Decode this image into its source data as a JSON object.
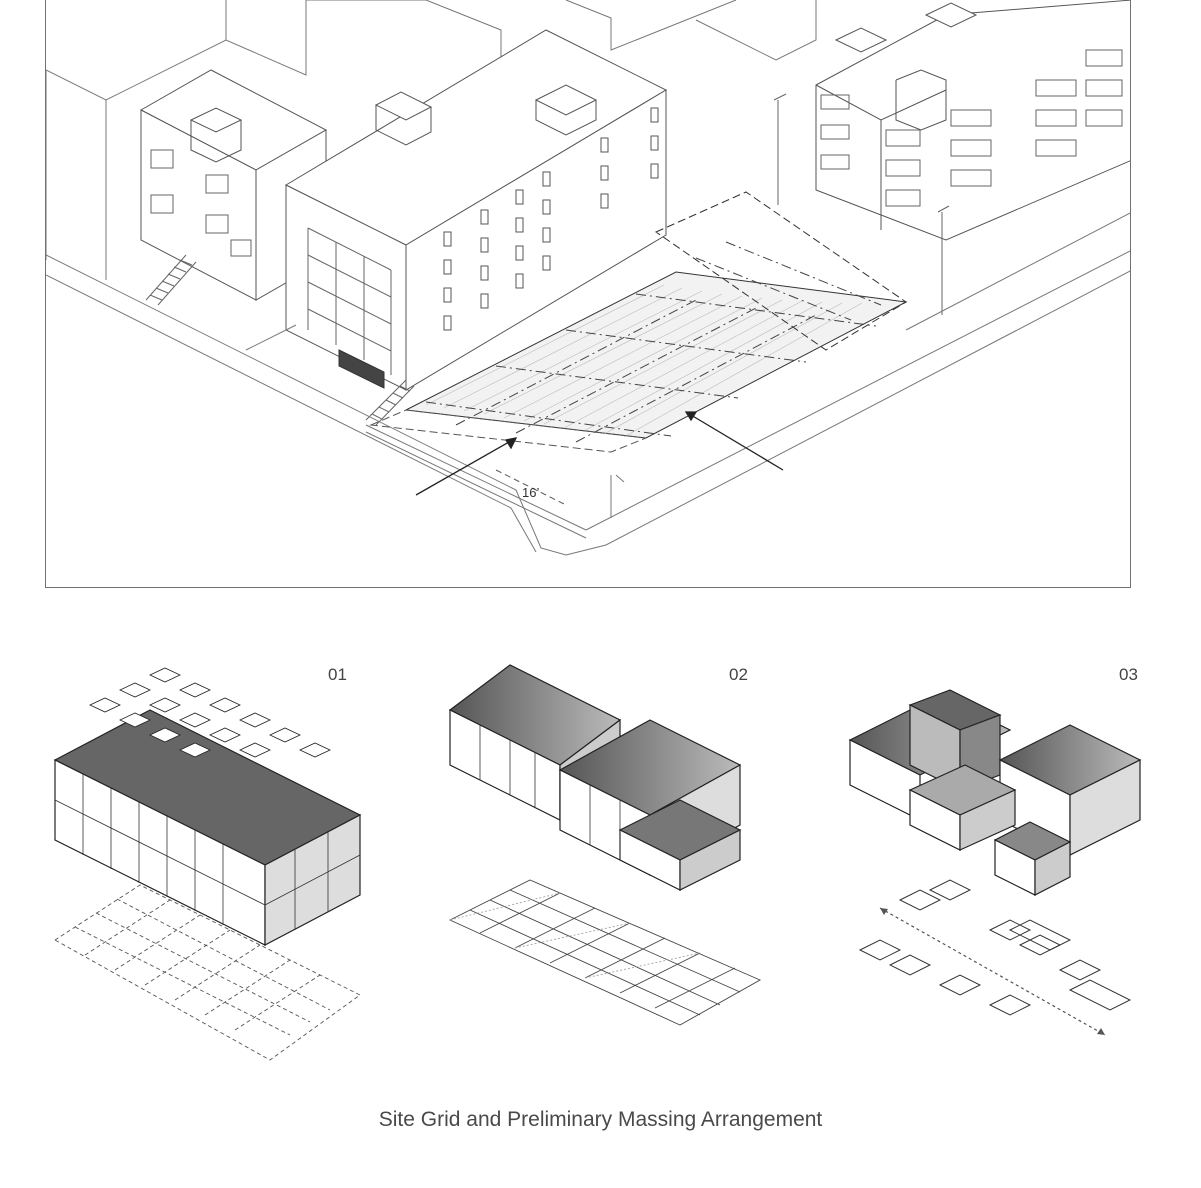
{
  "site_plan": {
    "dimension_label": "16’"
  },
  "massing_options": [
    {
      "number": "01"
    },
    {
      "number": "02"
    },
    {
      "number": "03"
    }
  ],
  "caption": "Site Grid and Preliminary Massing Arrangement"
}
